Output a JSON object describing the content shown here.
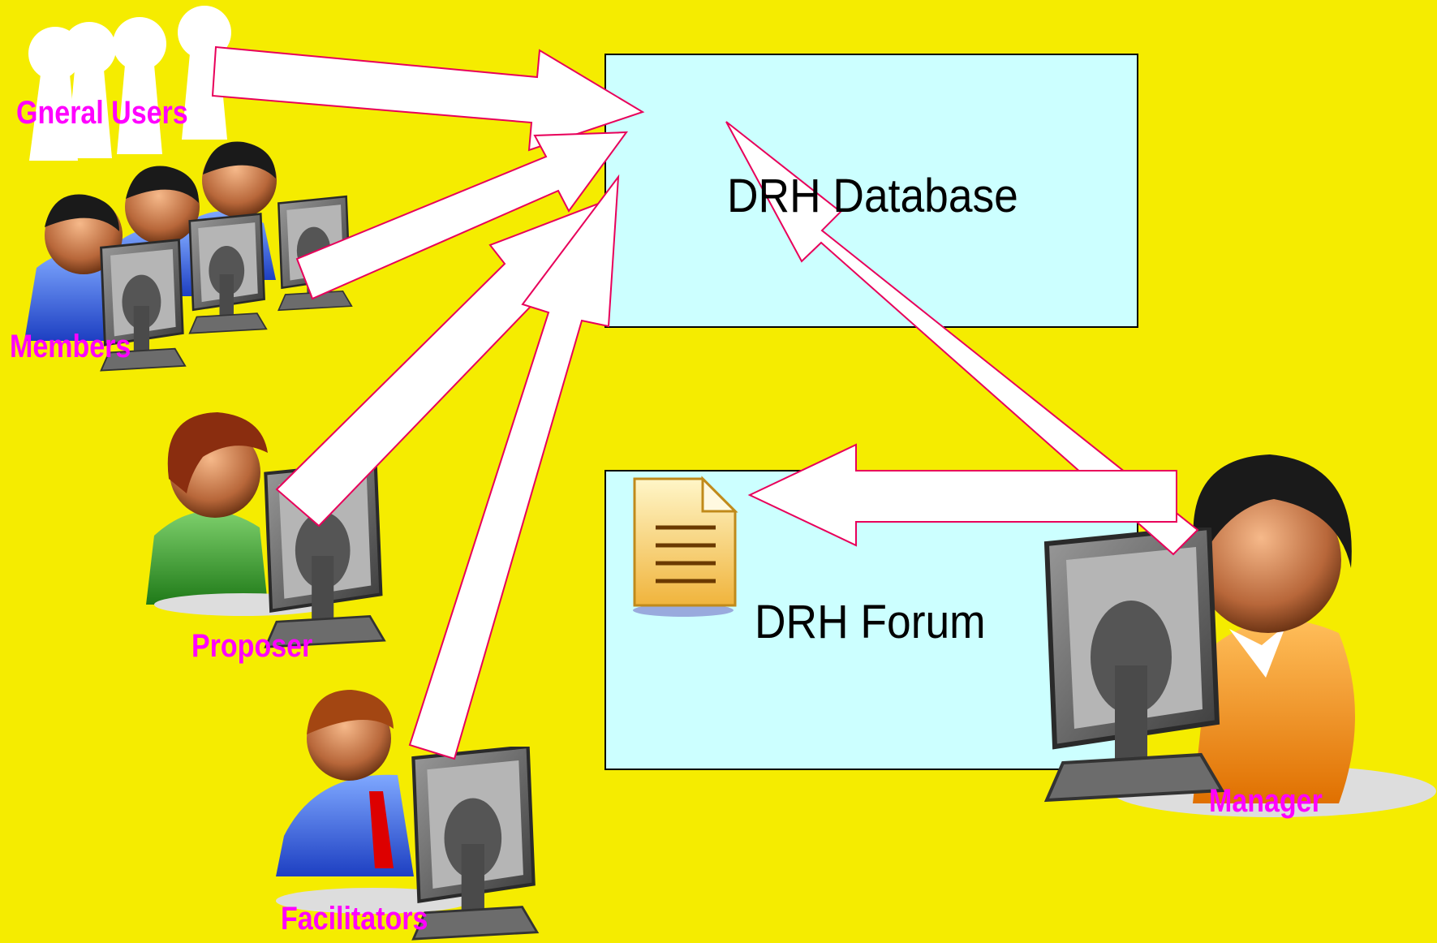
{
  "boxes": {
    "database_label": "DRH Database",
    "forum_label": "DRH Forum"
  },
  "actors": {
    "general_users": "Gneral Users",
    "members": "Members",
    "proposer": "Proposer",
    "facilitators": "Facilitators",
    "manager": "Manager"
  },
  "colors": {
    "background": "#f5ec00",
    "box_fill": "#ccffff",
    "arrow_fill": "#ffffff",
    "arrow_stroke": "#e8005a",
    "label_color": "#ff00ff"
  }
}
